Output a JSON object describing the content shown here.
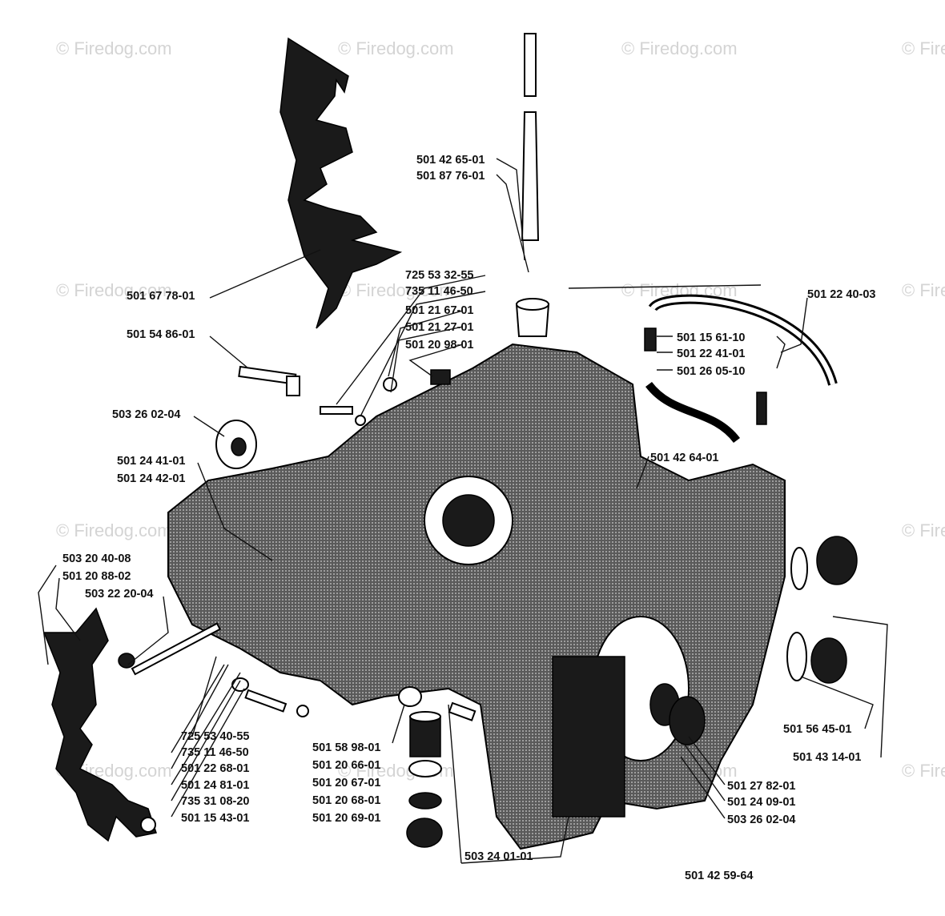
{
  "watermark": "© Firedog.com",
  "labels": [
    {
      "id": "l1",
      "text": "501 42 65-01"
    },
    {
      "id": "l2",
      "text": "501 87 76-01"
    },
    {
      "id": "l3",
      "text": "725 53 32-55"
    },
    {
      "id": "l4",
      "text": "735 11 46-50"
    },
    {
      "id": "l5",
      "text": "501 21 67-01"
    },
    {
      "id": "l6",
      "text": "501 21 27-01"
    },
    {
      "id": "l7",
      "text": "501 20 98-01"
    },
    {
      "id": "l8",
      "text": "501 67 78-01"
    },
    {
      "id": "l9",
      "text": "501 54 86-01"
    },
    {
      "id": "l10",
      "text": "503 26 02-04"
    },
    {
      "id": "l11",
      "text": "501 24 41-01"
    },
    {
      "id": "l12",
      "text": "501 24 42-01"
    },
    {
      "id": "l13",
      "text": "503 20 40-08"
    },
    {
      "id": "l14",
      "text": "501 20 88-02"
    },
    {
      "id": "l15",
      "text": "503 22 20-04"
    },
    {
      "id": "l16",
      "text": "725 53 40-55"
    },
    {
      "id": "l17",
      "text": "735 11 46-50"
    },
    {
      "id": "l18",
      "text": "501 22 68-01"
    },
    {
      "id": "l19",
      "text": "501 24 81-01"
    },
    {
      "id": "l20",
      "text": "735 31 08-20"
    },
    {
      "id": "l21",
      "text": "501 15 43-01"
    },
    {
      "id": "l22",
      "text": "501 58 98-01"
    },
    {
      "id": "l23",
      "text": "501 20 66-01"
    },
    {
      "id": "l24",
      "text": "501 20 67-01"
    },
    {
      "id": "l25",
      "text": "501 20 68-01"
    },
    {
      "id": "l26",
      "text": "501 20 69-01"
    },
    {
      "id": "l27",
      "text": "503 24 01-01"
    },
    {
      "id": "l28",
      "text": "501 42 59-64"
    },
    {
      "id": "l29",
      "text": "501 22 40-03"
    },
    {
      "id": "l30",
      "text": "501 15 61-10"
    },
    {
      "id": "l31",
      "text": "501 22 41-01"
    },
    {
      "id": "l32",
      "text": "501 26 05-10"
    },
    {
      "id": "l33",
      "text": "501 42 64-01"
    },
    {
      "id": "l34",
      "text": "501 56 45-01"
    },
    {
      "id": "l35",
      "text": "501 43 14-01"
    },
    {
      "id": "l36",
      "text": "501 27 82-01"
    },
    {
      "id": "l37",
      "text": "501 24 09-01"
    },
    {
      "id": "l38",
      "text": "503 26 02-04"
    }
  ]
}
